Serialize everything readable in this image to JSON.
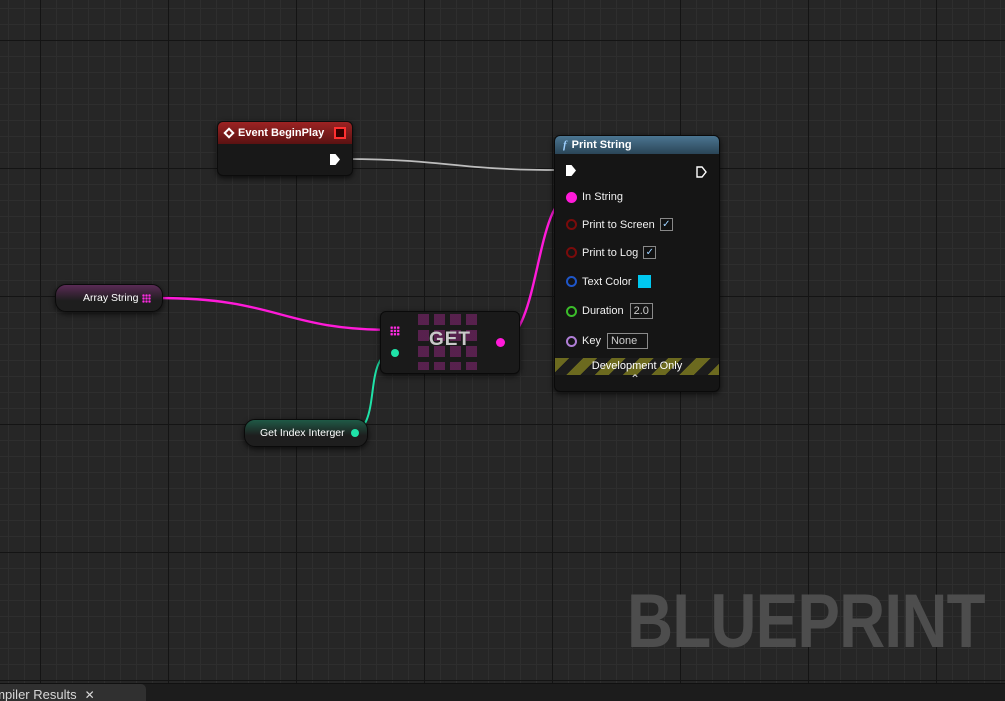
{
  "event_node": {
    "title": "Event BeginPlay"
  },
  "print_node": {
    "title": "Print String",
    "title_icon": "f",
    "pins": {
      "in_string": "In String",
      "print_to_screen": "Print to Screen",
      "print_to_log": "Print to Log",
      "text_color": "Text Color",
      "duration": "Duration",
      "duration_value": "2.0",
      "key": "Key",
      "key_value": "None"
    },
    "print_to_screen_checked": "✓",
    "print_to_log_checked": "✓",
    "text_color_value": "#00c8f0",
    "footer": "Development Only",
    "expand_icon": "⌃"
  },
  "array_node": {
    "label": "Array String"
  },
  "int_node": {
    "label": "Get Index Interger"
  },
  "get_node": {
    "label": "GET"
  },
  "watermark": "BLUEPRINT",
  "bottom_tab": {
    "label": "ompiler Results",
    "close": "✕"
  },
  "colors": {
    "exec_wire": "#c8c8c8",
    "string_wire": "#ff1ad9",
    "int_wire": "#1fe3a8"
  }
}
